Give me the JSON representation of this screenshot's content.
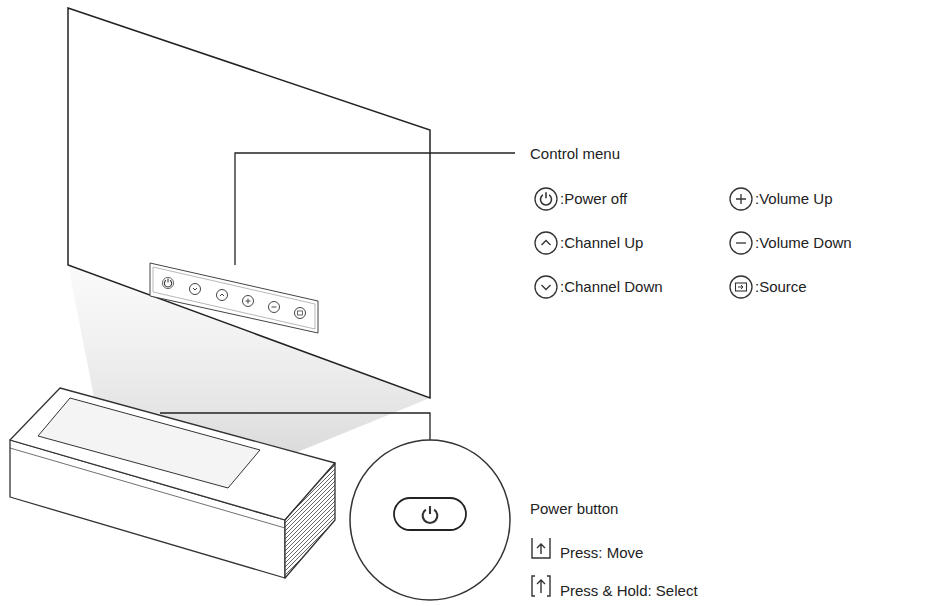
{
  "diagram": {
    "labels": [
      "Control menu",
      ":Power off",
      ":Volume Up",
      ":Channel Up",
      ":Volume Down",
      ":Channel Down",
      ":Source",
      "Power button",
      "Press: Move",
      "Press & Hold: Select"
    ]
  }
}
